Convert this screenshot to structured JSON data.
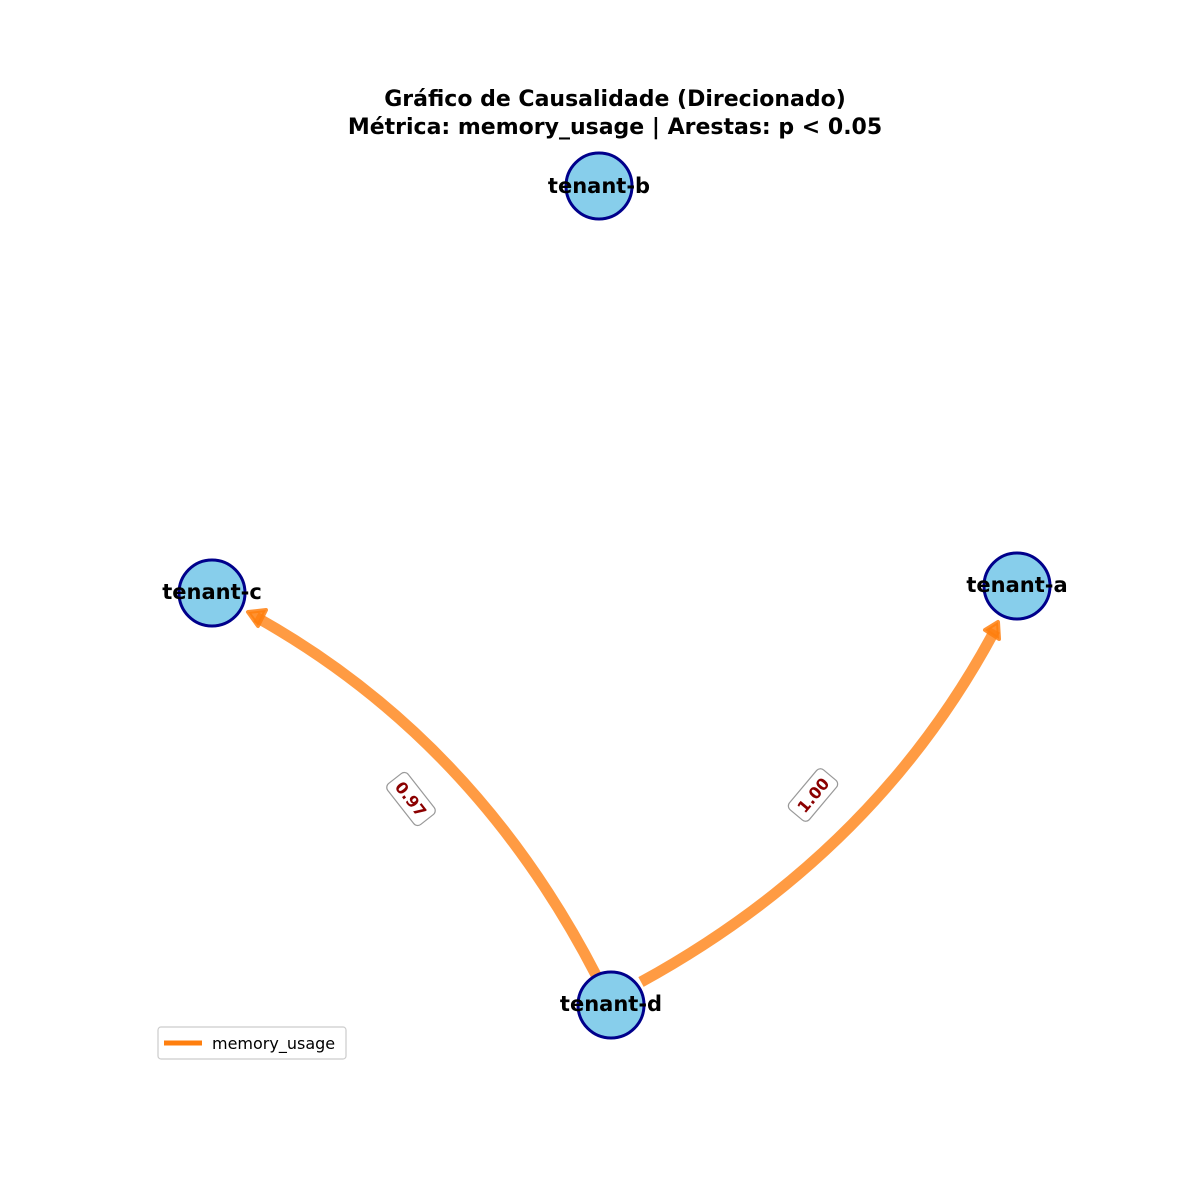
{
  "title": {
    "line1": "Gráfico de Causalidade (Direcionado)",
    "line2": "Métrica: memory_usage | Arestas: p < 0.05"
  },
  "colors": {
    "node_fill": "#87ceeb",
    "node_stroke": "#00008b",
    "edge": "#ff7f0e",
    "edge_label_text": "#8b0000",
    "edge_label_border": "#999999"
  },
  "nodes": [
    {
      "id": "tenant-b",
      "label": "tenant-b"
    },
    {
      "id": "tenant-c",
      "label": "tenant-c"
    },
    {
      "id": "tenant-a",
      "label": "tenant-a"
    },
    {
      "id": "tenant-d",
      "label": "tenant-d"
    }
  ],
  "edges": [
    {
      "source": "tenant-d",
      "target": "tenant-c",
      "label": "0.97",
      "metric": "memory_usage"
    },
    {
      "source": "tenant-d",
      "target": "tenant-a",
      "label": "1.00",
      "metric": "memory_usage"
    }
  ],
  "legend": {
    "items": [
      {
        "label": "memory_usage",
        "color": "#ff7f0e"
      }
    ]
  }
}
